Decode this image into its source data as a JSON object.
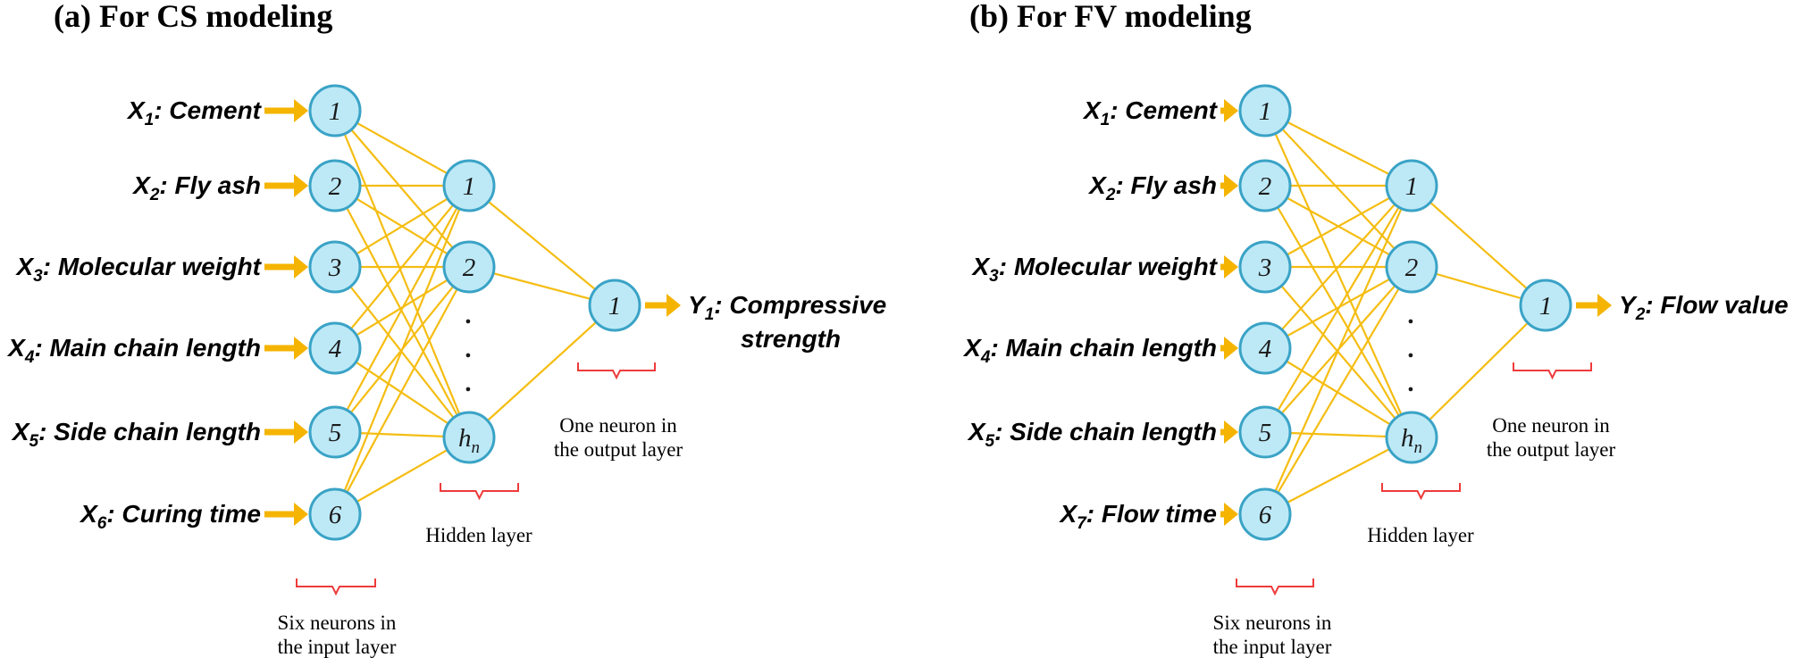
{
  "colors": {
    "edge": "#f5bd12",
    "arrow": "#f5b400",
    "node_fill": "#bde9f7",
    "node_stroke": "#3aa3c6",
    "bracket": "#ee3b3b"
  },
  "panels": [
    {
      "title": "(a) For CS modeling",
      "inputs": [
        {
          "var": "X",
          "sub": "1",
          "name": ": Cement",
          "node": "1"
        },
        {
          "var": "X",
          "sub": "2",
          "name": ": Fly ash",
          "node": "2"
        },
        {
          "var": "X",
          "sub": "3",
          "name": ": Molecular weight",
          "node": "3"
        },
        {
          "var": "X",
          "sub": "4",
          "name": ": Main chain length",
          "node": "4"
        },
        {
          "var": "X",
          "sub": "5",
          "name": ": Side chain length",
          "node": "5"
        },
        {
          "var": "X",
          "sub": "6",
          "name": ": Curing time",
          "node": "6"
        }
      ],
      "hidden": [
        {
          "main": "1",
          "sub": ""
        },
        {
          "main": "2",
          "sub": ""
        },
        {
          "main": "h",
          "sub": "n"
        }
      ],
      "ellipsis": ".",
      "output_node": "1",
      "output": {
        "var": "Y",
        "sub": "1",
        "lines": [
          ": Compressive",
          "strength"
        ]
      },
      "captions": {
        "input": [
          "Six neurons in",
          "the input layer"
        ],
        "hidden": [
          "Hidden layer"
        ],
        "output": [
          "One neuron in",
          "the output layer"
        ]
      }
    },
    {
      "title": "(b) For FV modeling",
      "inputs": [
        {
          "var": "X",
          "sub": "1",
          "name": ": Cement",
          "node": "1"
        },
        {
          "var": "X",
          "sub": "2",
          "name": ": Fly ash",
          "node": "2"
        },
        {
          "var": "X",
          "sub": "3",
          "name": ": Molecular weight",
          "node": "3"
        },
        {
          "var": "X",
          "sub": "4",
          "name": ": Main chain length",
          "node": "4"
        },
        {
          "var": "X",
          "sub": "5",
          "name": ": Side chain length",
          "node": "5"
        },
        {
          "var": "X",
          "sub": "7",
          "name": ": Flow time",
          "node": "6"
        }
      ],
      "hidden": [
        {
          "main": "1",
          "sub": ""
        },
        {
          "main": "2",
          "sub": ""
        },
        {
          "main": "h",
          "sub": "n"
        }
      ],
      "ellipsis": ".",
      "output_node": "1",
      "output": {
        "var": "Y",
        "sub": "2",
        "lines": [
          ": Flow value"
        ]
      },
      "captions": {
        "input": [
          "Six neurons in",
          "the input layer"
        ],
        "hidden": [
          "Hidden layer"
        ],
        "output": [
          "One neuron in",
          "the output layer"
        ]
      }
    }
  ]
}
